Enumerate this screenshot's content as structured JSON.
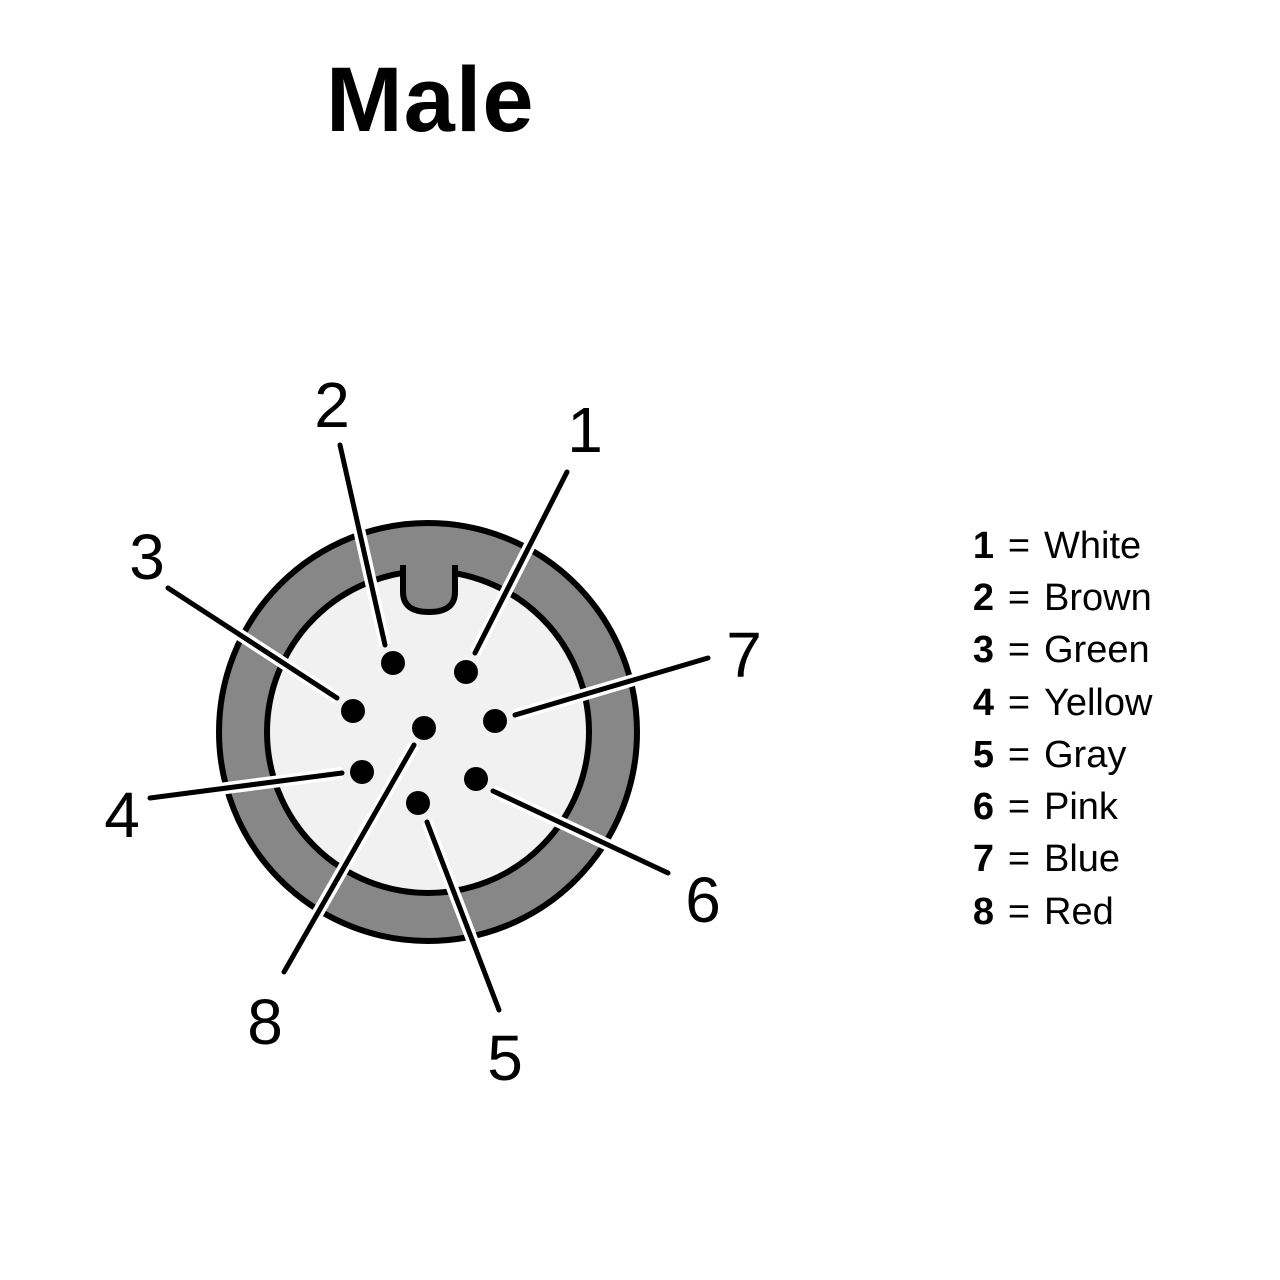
{
  "title": "Male",
  "pins": [
    {
      "number": "1",
      "color": "White"
    },
    {
      "number": "2",
      "color": "Brown"
    },
    {
      "number": "3",
      "color": "Green"
    },
    {
      "number": "4",
      "color": "Yellow"
    },
    {
      "number": "5",
      "color": "Gray"
    },
    {
      "number": "6",
      "color": "Pink"
    },
    {
      "number": "7",
      "color": "Blue"
    },
    {
      "number": "8",
      "color": "Red"
    }
  ],
  "equals": "=",
  "colors": {
    "ring": "#878787",
    "face": "#f1f1f1",
    "outline": "#000000"
  }
}
